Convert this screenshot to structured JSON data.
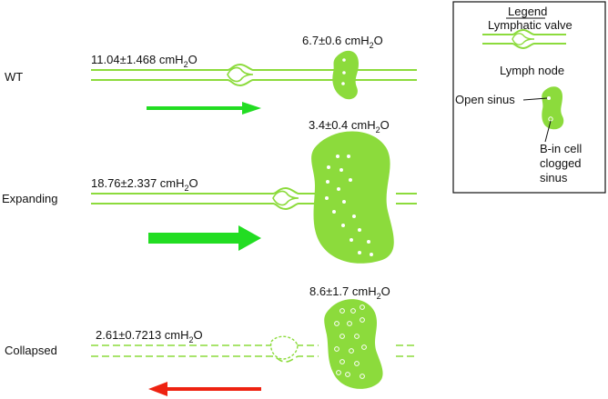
{
  "colors": {
    "vessel": "#8cdb3c",
    "node": "#8cdb3c",
    "arrow_forward": "#22dd22",
    "arrow_backward": "#ee2211",
    "outline": "#111111"
  },
  "rows": [
    {
      "label": "WT",
      "vessel_pressure": {
        "main": "11.04±1.468 cmH",
        "sub": "2",
        "tail": "O"
      },
      "node_pressure": {
        "main": "6.7±0.6 cmH",
        "sub": "2",
        "tail": "O"
      },
      "node_state": "small",
      "vessel_style": "solid",
      "flow_direction": "forward"
    },
    {
      "label": "Expanding",
      "vessel_pressure": {
        "main": "18.76±2.337 cmH",
        "sub": "2",
        "tail": "O"
      },
      "node_pressure": {
        "main": "3.4±0.4 cmH",
        "sub": "2",
        "tail": "O"
      },
      "node_state": "large",
      "vessel_style": "solid",
      "flow_direction": "forward"
    },
    {
      "label": "Collapsed",
      "vessel_pressure": {
        "main": "2.61±0.7213 cmH",
        "sub": "2",
        "tail": "O"
      },
      "node_pressure": {
        "main": "8.6±1.7 cmH",
        "sub": "2",
        "tail": "O"
      },
      "node_state": "clogged",
      "vessel_style": "dashed",
      "flow_direction": "backward"
    }
  ],
  "legend": {
    "title": "Legend",
    "valve_label": "Lymphatic valve",
    "node_label": "Lymph node",
    "open_sinus_label": "Open sinus",
    "clogged_label_lines": [
      "B-in cell",
      "clogged",
      "sinus"
    ]
  }
}
